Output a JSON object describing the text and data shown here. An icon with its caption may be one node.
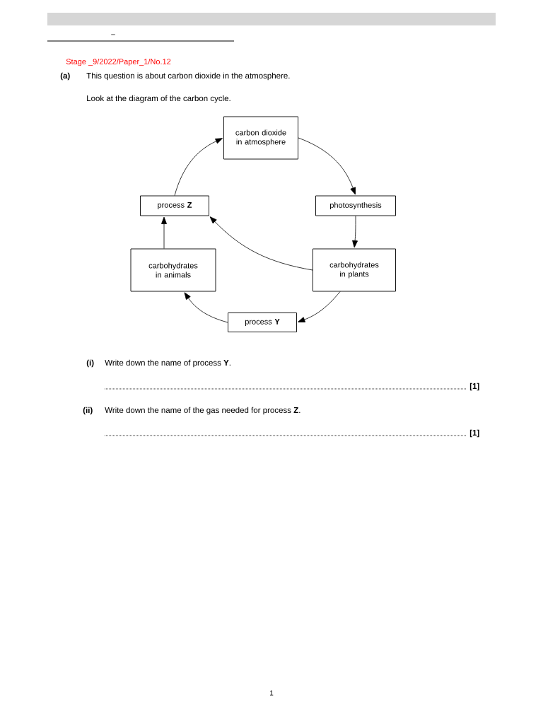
{
  "diagram": {
    "nodes": [
      {
        "text": [
          "carbon dioxide in atmosphere"
        ]
      },
      {
        "text": [
          "process **Z**"
        ]
      },
      {
        "text": [
          "photosynthesis"
        ]
      },
      {
        "text": [
          "carbohydrates in animals"
        ]
      },
      {
        "text": [
          "carbohydrates in plants"
        ]
      },
      {
        "text": [
          "process **Y**"
        ]
      }
    ],
    "edges": [
      {
        "from": 1,
        "to": 0,
        "arrow": "to"
      },
      {
        "from": 0,
        "to": 2,
        "arrow": "to"
      },
      {
        "from": 2,
        "to": 4,
        "arrow": "to"
      },
      {
        "from": 4,
        "to": 1,
        "arrow": "to"
      },
      {
        "from": 3,
        "to": 1,
        "arrow": "to"
      },
      {
        "from": 4,
        "to": 5,
        "arrow": "to"
      },
      {
        "from": 5,
        "to": 3,
        "arrow": "to"
      }
    ],
    "labels": [
      "–",
      "Stage _9/2022/Paper_1/No.12",
      "(a)",
      "This question is about carbon dioxide in the atmosphere.",
      "Look at the diagram of the carbon cycle.",
      "(i)",
      "Write down the name of process **Y**.",
      "[1]",
      "(ii)",
      "Write down the name of the gas needed for process **Z**.",
      "[1]",
      "1"
    ]
  }
}
